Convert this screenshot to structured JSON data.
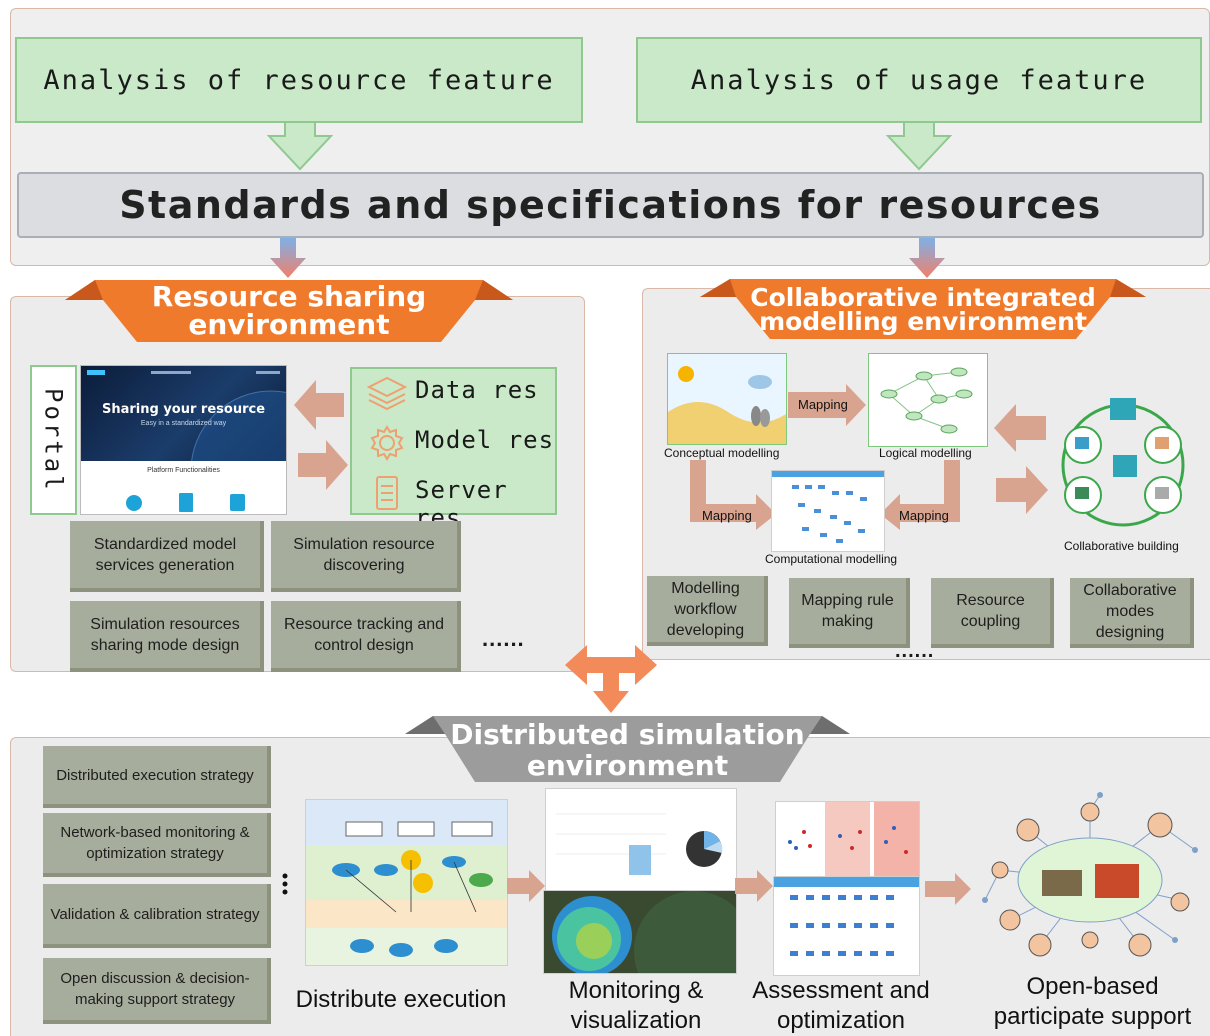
{
  "top": {
    "resource_feature": "Analysis of resource feature",
    "usage_feature": "Analysis of usage feature",
    "standards": "Standards and specifications for resources"
  },
  "sharing": {
    "banner_line1": "Resource sharing",
    "banner_line2": "environment",
    "portal_label": "Portal",
    "screenshot_title": "Sharing your resource",
    "screenshot_subtitle": "Easy in a standardized way",
    "screenshot_functionalities": "Platform Functionalities",
    "res_items": [
      {
        "label": "Data res",
        "icon": "layers-icon"
      },
      {
        "label": "Model res",
        "icon": "gear-icon"
      },
      {
        "label": "Server res",
        "icon": "document-icon"
      }
    ],
    "tasks": [
      "Standardized model services  generation",
      "Simulation resource discovering",
      "Simulation resources sharing mode design",
      "Resource tracking and control design"
    ],
    "ellipsis": "......"
  },
  "collab": {
    "banner_line1": "Collaborative integrated",
    "banner_line2": "modelling environment",
    "conceptual": "Conceptual modelling",
    "logical": "Logical modelling",
    "computational": "Computational modelling",
    "collaborative_building": "Collaborative  building",
    "mapping_labels": [
      "Mapping",
      "Mapping",
      "Mapping"
    ],
    "tasks": [
      "Modelling workflow developing",
      "Mapping rule making",
      "Resource coupling",
      "Collaborative modes designing"
    ],
    "ellipsis": "......"
  },
  "distributed": {
    "banner_line1": "Distributed simulation",
    "banner_line2": "environment",
    "strategies": [
      "Distributed execution strategy",
      "Network-based monitoring & optimization strategy",
      "Validation & calibration strategy",
      "Open discussion & decision-making support strategy"
    ],
    "stage_captions": [
      "Distribute execution",
      "Monitoring & visualization",
      "Assessment and optimization",
      "Open-based participate support"
    ]
  },
  "colors": {
    "green_fill": "#c9e9c9",
    "orange_banner": "#f07a2c",
    "gray_banner": "#9c9c9c",
    "task_box": "#a7ad9c",
    "arrow_brown": "#d9a48f"
  }
}
